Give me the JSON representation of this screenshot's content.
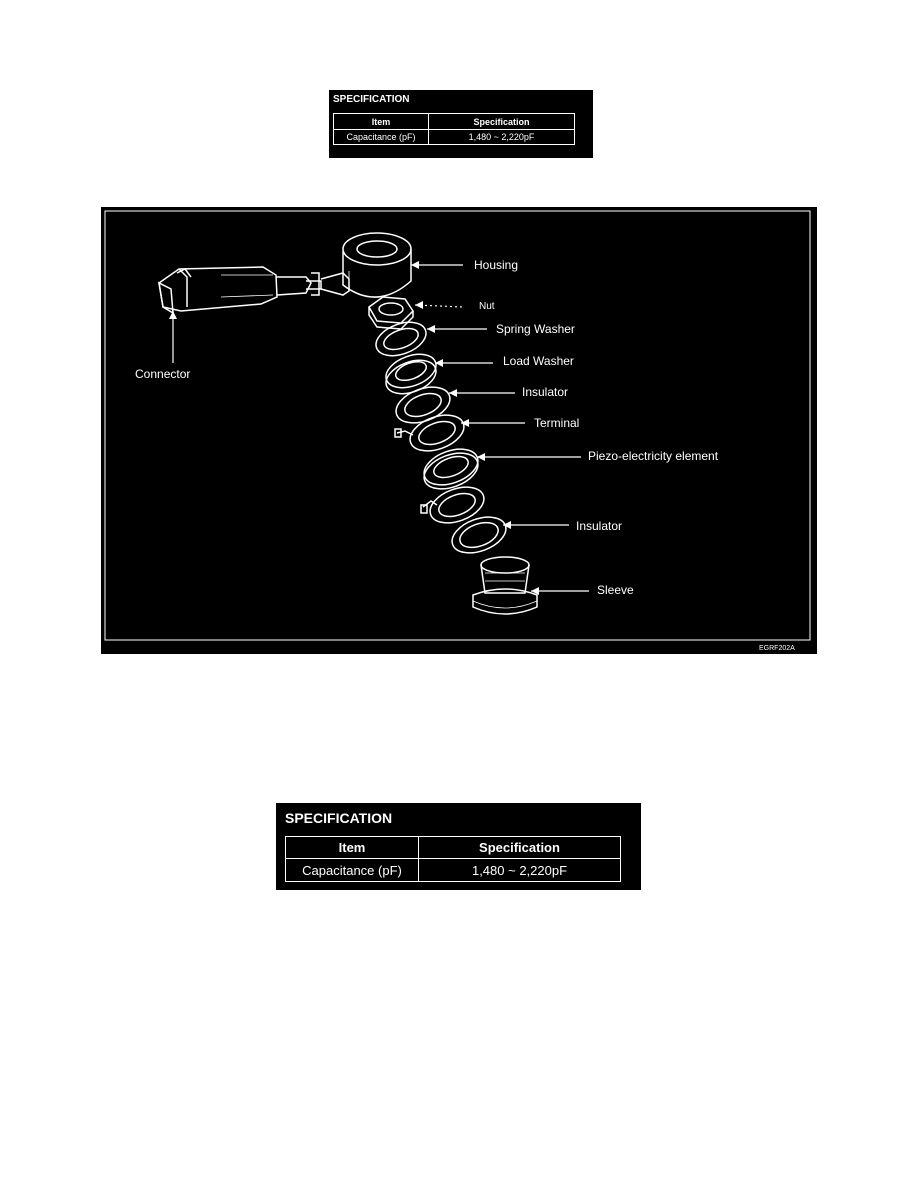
{
  "spec_top": {
    "title": "SPECIFICATION",
    "headers": [
      "Item",
      "Specification"
    ],
    "rows": [
      [
        "Capacitance (pF)",
        "1,480 ~ 2,220pF"
      ]
    ]
  },
  "figure": {
    "labels": {
      "housing": "Housing",
      "nut": "Nut",
      "spring_washer": "Spring Washer",
      "load_washer": "Load Washer",
      "insulator_1": "Insulator",
      "terminal": "Terminal",
      "piezo": "Piezo-electricity element",
      "insulator_2": "Insulator",
      "sleeve": "Sleeve",
      "connector": "Connector"
    },
    "reference": "EGRF202A"
  },
  "spec_bottom": {
    "title": "SPECIFICATION",
    "headers": [
      "Item",
      "Specification"
    ],
    "rows": [
      [
        "Capacitance (pF)",
        "1,480 ~ 2,220pF"
      ]
    ]
  }
}
